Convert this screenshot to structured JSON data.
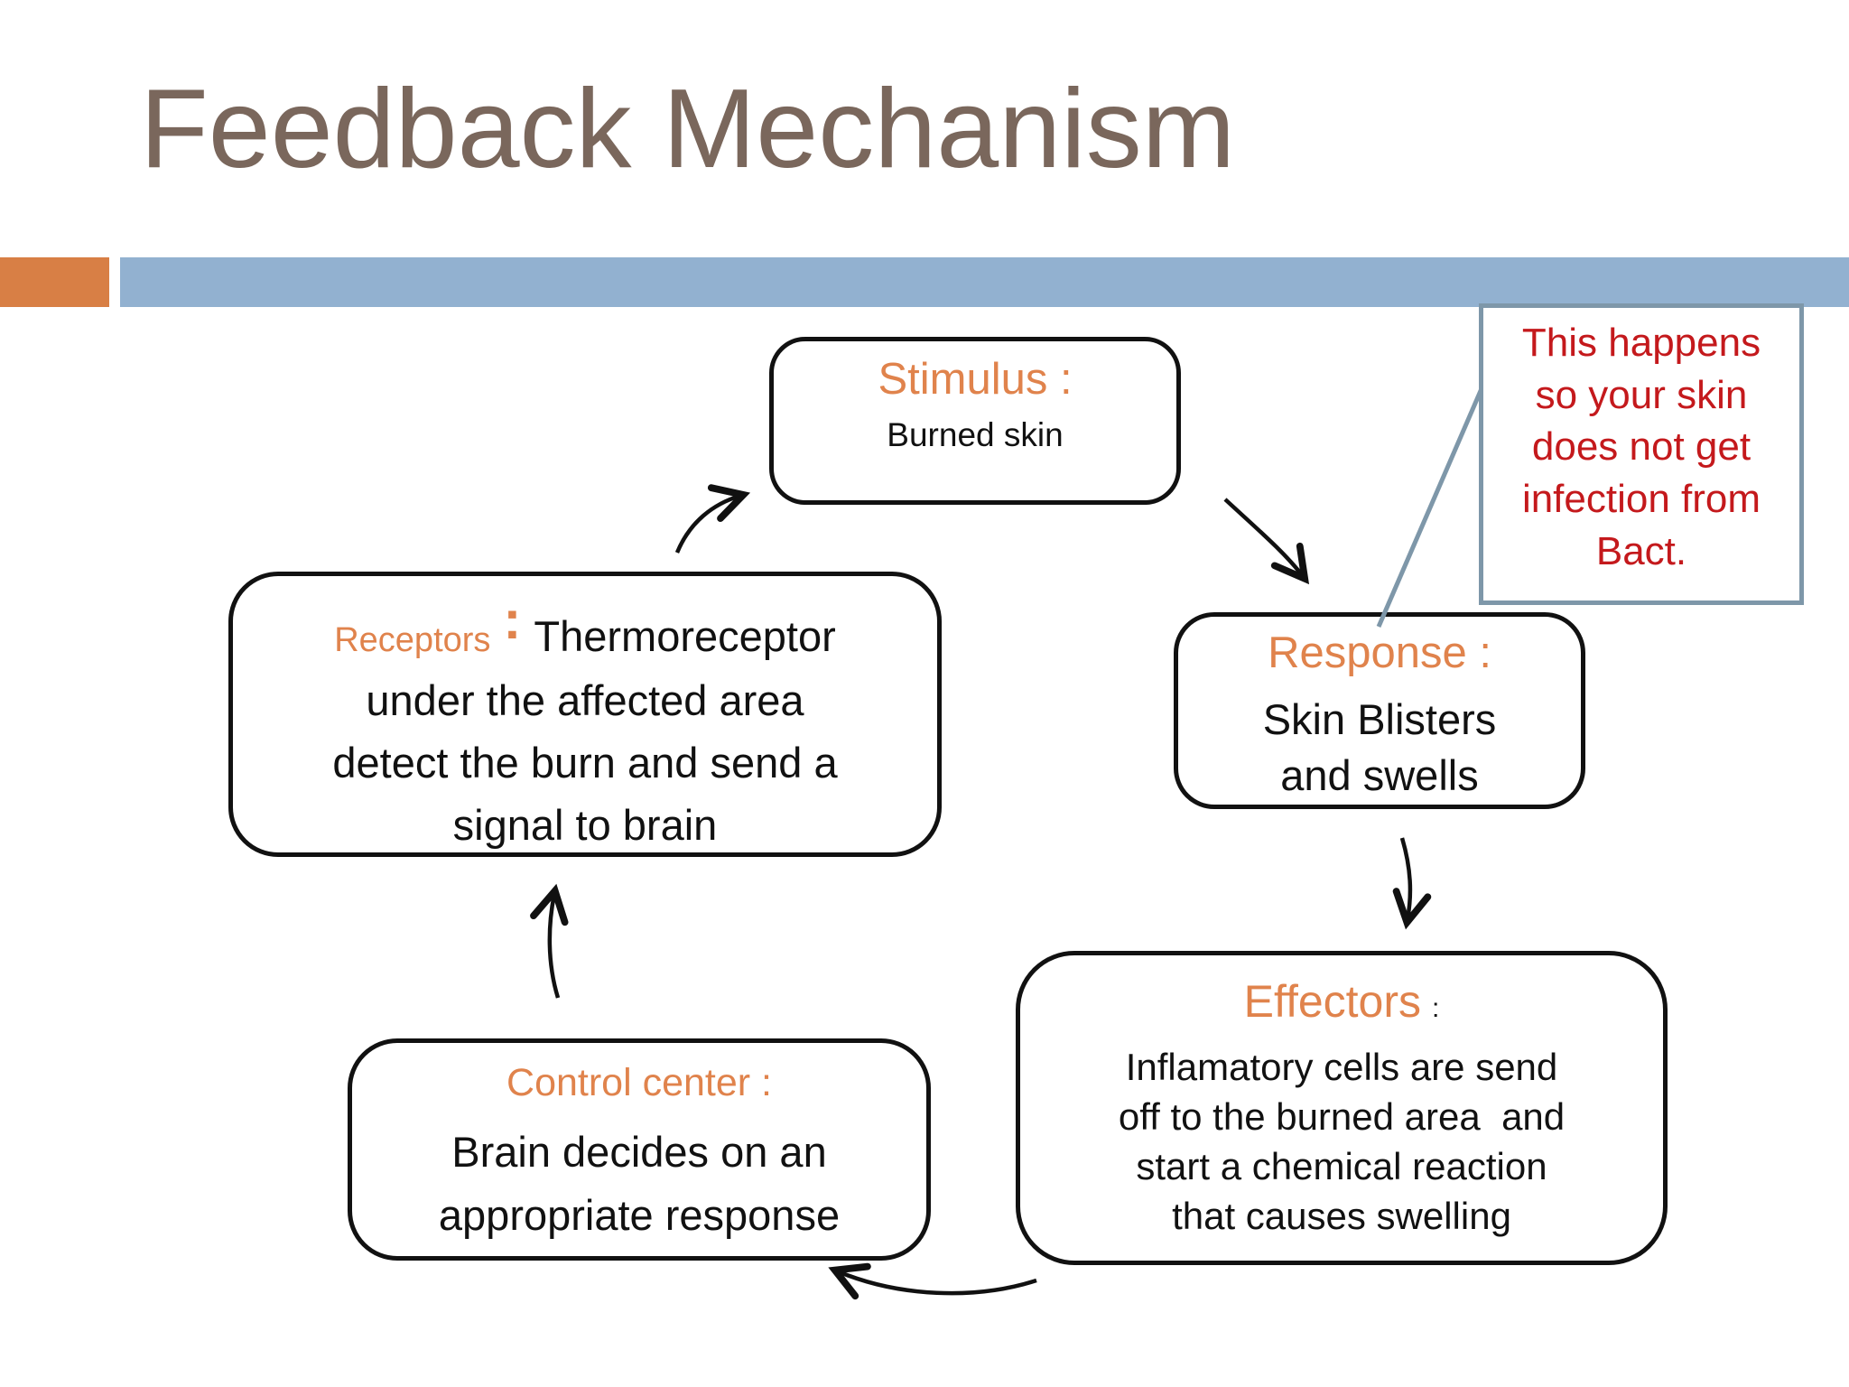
{
  "slide": {
    "title": "Feedback Mechanism"
  },
  "palette": {
    "title_color": "#7A675C",
    "accent_orange_bar": "#D87F45",
    "top_bar_blue": "#92B1D0",
    "heading_orange": "#E0834C",
    "callout_red": "#C4191C",
    "callout_border_blue_gray": "#7E97A9",
    "box_border_black": "#111111"
  },
  "callout": {
    "text": "This happens\nso your skin\ndoes not get\ninfection from\nBact."
  },
  "boxes": {
    "stimulus": {
      "heading": "Stimulus :",
      "body": "Burned skin"
    },
    "receptors": {
      "label": "Receptors",
      "colon": ":",
      "heading_rest": "Thermoreceptor",
      "body": "under the affected area\ndetect the burn and send a\nsignal to brain"
    },
    "response": {
      "heading": "Response :",
      "body": "Skin Blisters\nand swells"
    },
    "effectors": {
      "heading": "Effectors",
      "colon": ":",
      "body": "Inflamatory cells are send\noff to the burned area  and\nstart a chemical reaction\nthat causes swelling"
    },
    "control_center": {
      "heading": "Control center :",
      "body": "Brain decides on an\nappropriate response"
    }
  }
}
